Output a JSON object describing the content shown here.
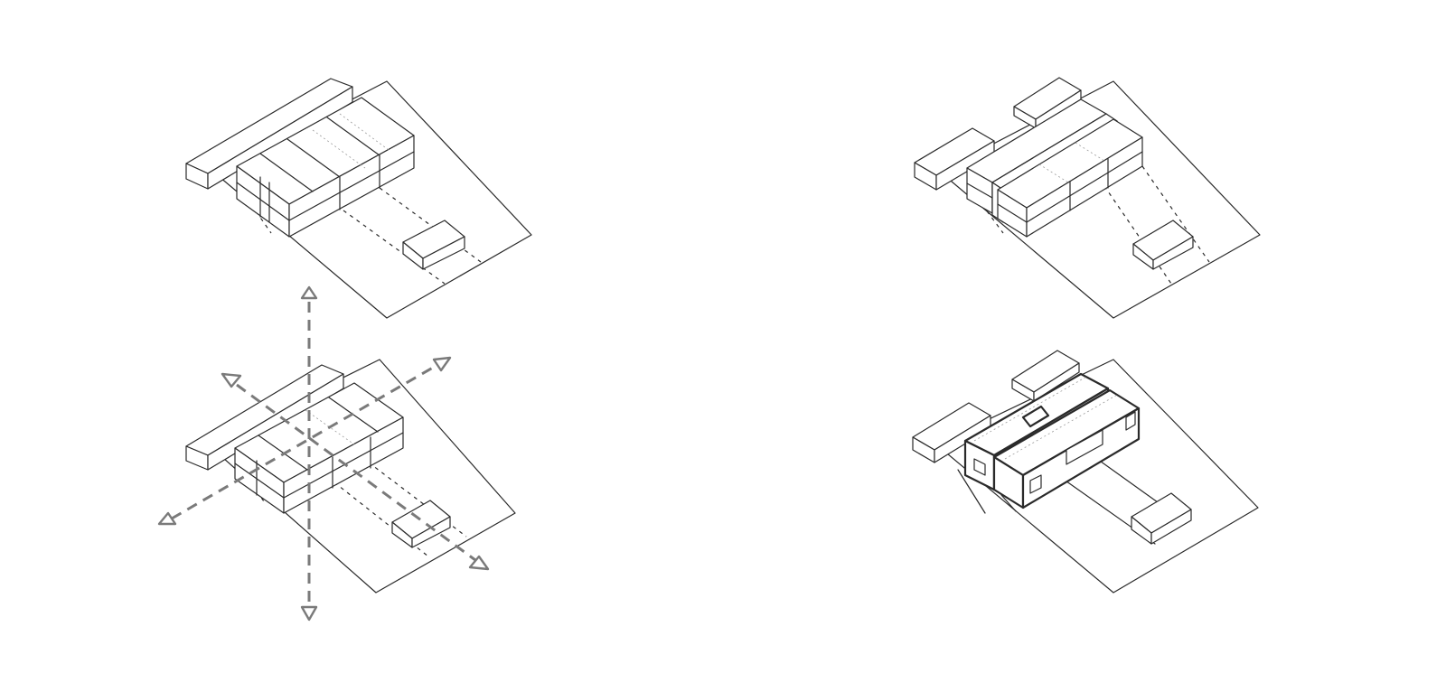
{
  "diagram": {
    "panels": [
      {
        "id": "massing-grid"
      },
      {
        "id": "split-volumes"
      },
      {
        "id": "circulation-axes"
      },
      {
        "id": "final-scheme"
      }
    ],
    "colors": {
      "line": "#2a2a2a",
      "hidden_line": "#9a9a9a",
      "axis_arrow": "#7a7a7a",
      "background": "#ffffff"
    },
    "axis_arrows": [
      "up",
      "down",
      "upper-right",
      "upper-left",
      "lower-left",
      "lower-right"
    ]
  }
}
